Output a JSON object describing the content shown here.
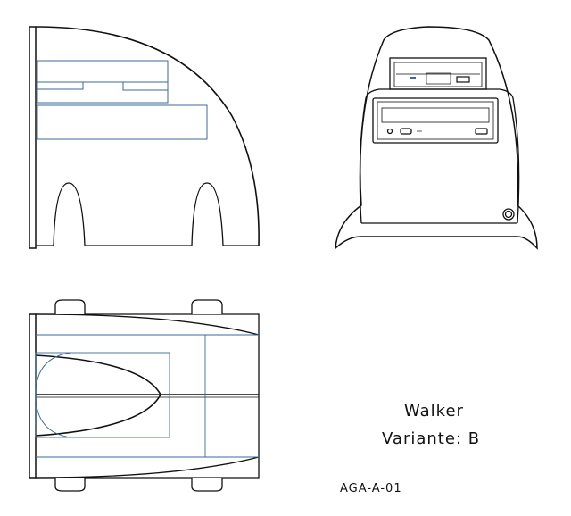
{
  "drawing": {
    "title": "Walker",
    "variant": "Variante: B",
    "code": "AGA-A-01",
    "colors": {
      "outline": "#111111",
      "hidden": "#3a6a9a"
    }
  }
}
